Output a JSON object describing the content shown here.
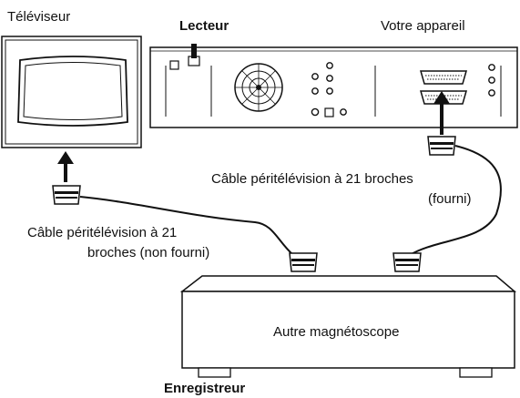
{
  "labels": {
    "tv": "Téléviseur",
    "player": "Lecteur",
    "your_device": "Votre appareil",
    "cable_supplied_line1": "Câble péritélévision à 21 broches",
    "cable_supplied_line2": "(fourni)",
    "cable_not_supplied_line1": "Câble péritélévision à 21",
    "cable_not_supplied_line2": "broches (non fourni)",
    "other_vcr": "Autre magnétoscope",
    "recorder": "Enregistreur"
  }
}
